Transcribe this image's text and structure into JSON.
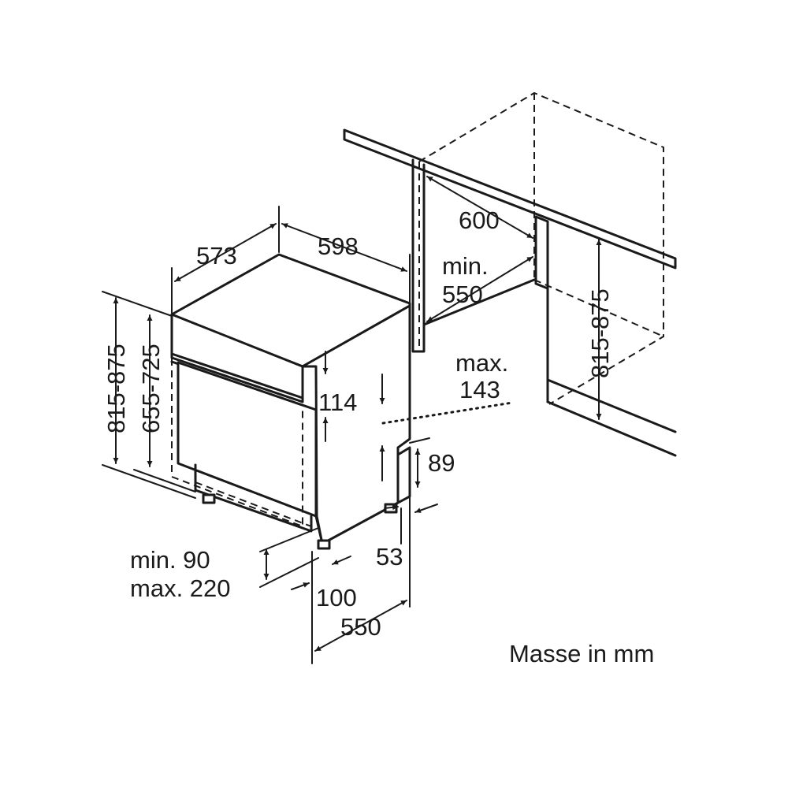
{
  "dimensions": {
    "depth_top": "573",
    "width_top": "598",
    "niche_width": "600",
    "niche_depth_min_line1": "min.",
    "niche_depth_min_line2": "550",
    "niche_height": "815-875",
    "appliance_height": "815-875",
    "door_height": "655-725",
    "panel_114": "114",
    "max_143_line1": "max.",
    "max_143_line2": "143",
    "plinth_89": "89",
    "foot_53": "53",
    "plinth_min_line1": "min. 90",
    "plinth_max_line2": "max. 220",
    "offset_100": "100",
    "depth_bottom": "550"
  },
  "units_note": "Masse in mm"
}
